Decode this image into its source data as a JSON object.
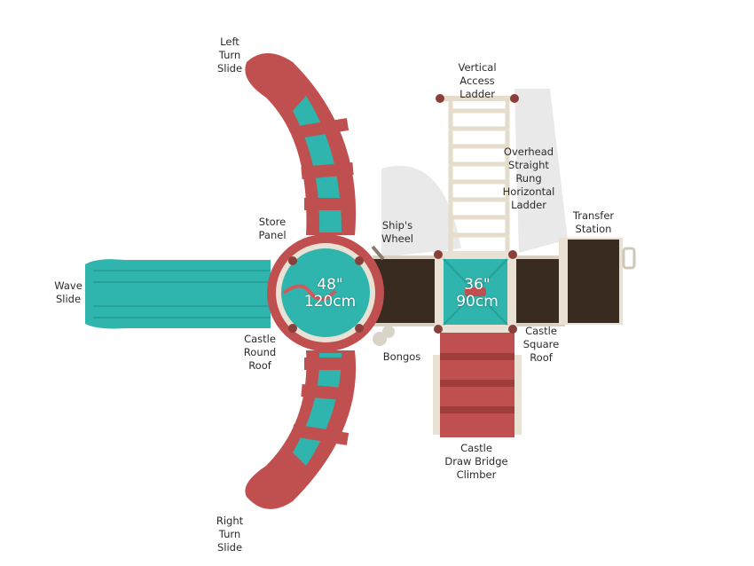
{
  "colors": {
    "slide_red": "#c0504f",
    "slide_teal": "#2fb5ad",
    "deck_dark": "#3a2b20",
    "frame_beige": "#e9e2d4",
    "label_text": "#2b2b2b"
  },
  "labels": {
    "left_turn_slide": [
      "Left",
      "Turn",
      "Slide"
    ],
    "vertical_access_ladder": [
      "Vertical",
      "Access",
      "Ladder"
    ],
    "overhead_ladder": [
      "Overhead",
      "Straight",
      "Rung",
      "Horizontal",
      "Ladder"
    ],
    "transfer_station": [
      "Transfer",
      "Station"
    ],
    "store_panel": [
      "Store",
      "Panel"
    ],
    "ships_wheel": [
      "Ship's",
      "Wheel"
    ],
    "wave_slide": [
      "Wave",
      "Slide"
    ],
    "castle_round_roof": [
      "Castle",
      "Round",
      "Roof"
    ],
    "bongos": [
      "Bongos"
    ],
    "castle_square_roof": [
      "Castle",
      "Square",
      "Roof"
    ],
    "draw_bridge_climber": [
      "Castle",
      "Draw Bridge",
      "Climber"
    ],
    "right_turn_slide": [
      "Right",
      "Turn",
      "Slide"
    ]
  },
  "deck_heights": {
    "round_tower": [
      "48\"",
      "120cm"
    ],
    "square_tower": [
      "36\"",
      "90cm"
    ]
  }
}
